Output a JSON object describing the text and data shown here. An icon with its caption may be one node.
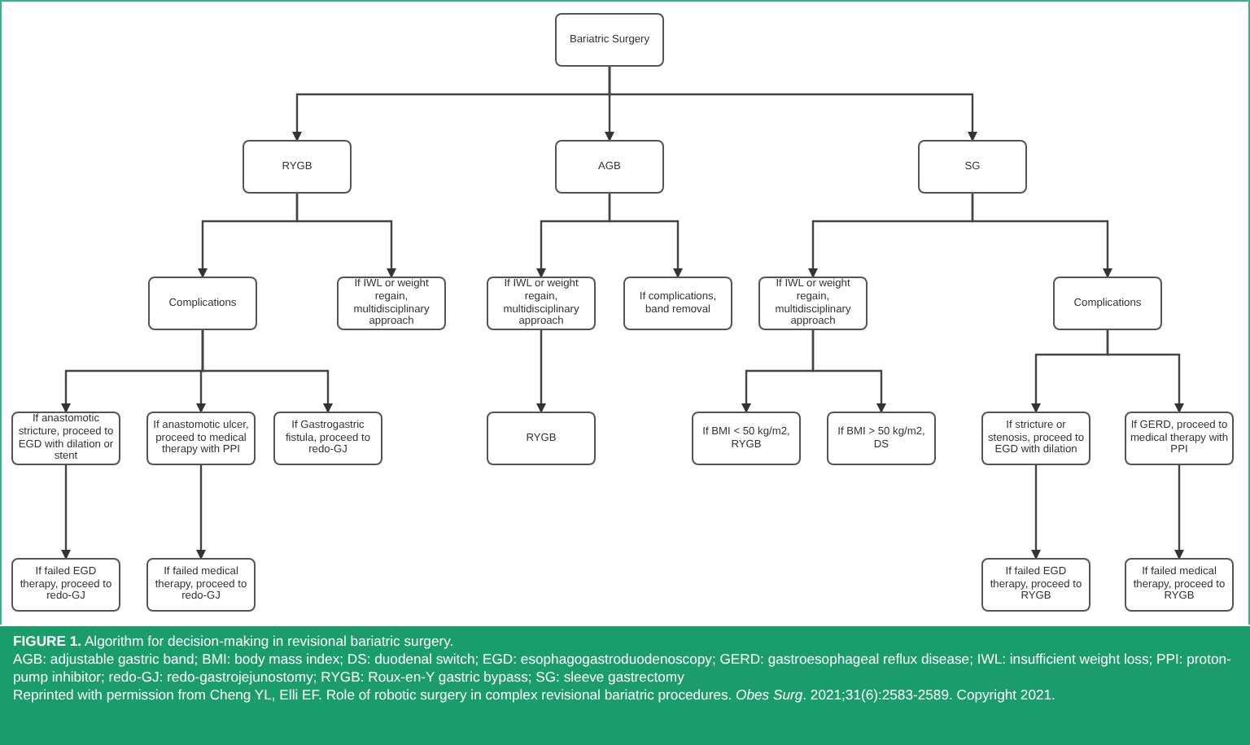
{
  "diagram": {
    "caption": "**FIGURE 1.** Algorithm for decision-making in revisional bariatric surgery.",
    "nodes": [
      {
        "text": [
          "Bariatric Surgery"
        ]
      },
      {
        "text": [
          "RYGB"
        ]
      },
      {
        "text": [
          "AGB"
        ]
      },
      {
        "text": [
          "SG"
        ]
      },
      {
        "text": [
          "Complications"
        ]
      },
      {
        "text": [
          "If IWL or weight regain, multidisciplinary approach"
        ]
      },
      {
        "text": [
          "If IWL or weight regain, multidisciplinary approach"
        ]
      },
      {
        "text": [
          "If complications, band removal"
        ]
      },
      {
        "text": [
          "If IWL or weight regain, multidisciplinary approach"
        ]
      },
      {
        "text": [
          "Complications"
        ]
      },
      {
        "text": [
          "If anastomotic stricture, proceed to EGD with dilation or stent"
        ]
      },
      {
        "text": [
          "If anastomotic ulcer, proceed to medical therapy with PPI"
        ]
      },
      {
        "text": [
          "If Gastrogastric fistula, proceed to redo-GJ"
        ]
      },
      {
        "text": [
          "RYGB"
        ]
      },
      {
        "text": [
          "If BMI < 50 kg/m2, RYGB"
        ]
      },
      {
        "text": [
          "If BMI > 50 kg/m2, DS"
        ]
      },
      {
        "text": [
          "If stricture or stenosis, proceed to EGD with dilation"
        ]
      },
      {
        "text": [
          "If GERD, proceed to medical therapy with PPI"
        ]
      },
      {
        "text": [
          "If failed EGD therapy, proceed to redo-GJ"
        ]
      },
      {
        "text": [
          "If failed medical therapy, proceed to redo-GJ"
        ]
      },
      {
        "text": [
          "If failed EGD therapy, proceed to RYGB"
        ]
      },
      {
        "text": [
          "If failed medical therapy, proceed to RYGB"
        ]
      }
    ],
    "edges": [
      {
        "from": 0,
        "to": 1,
        "arrow": "to"
      },
      {
        "from": 0,
        "to": 2,
        "arrow": "to"
      },
      {
        "from": 0,
        "to": 3,
        "arrow": "to"
      },
      {
        "from": 1,
        "to": 4,
        "arrow": "to"
      },
      {
        "from": 1,
        "to": 5,
        "arrow": "to"
      },
      {
        "from": 2,
        "to": 6,
        "arrow": "to"
      },
      {
        "from": 2,
        "to": 7,
        "arrow": "to"
      },
      {
        "from": 3,
        "to": 8,
        "arrow": "to"
      },
      {
        "from": 3,
        "to": 9,
        "arrow": "to"
      },
      {
        "from": 4,
        "to": 10,
        "arrow": "to"
      },
      {
        "from": 4,
        "to": 11,
        "arrow": "to"
      },
      {
        "from": 4,
        "to": 12,
        "arrow": "to"
      },
      {
        "from": 6,
        "to": 13,
        "arrow": "to"
      },
      {
        "from": 8,
        "to": 14,
        "arrow": "to"
      },
      {
        "from": 8,
        "to": 15,
        "arrow": "to"
      },
      {
        "from": 9,
        "to": 16,
        "arrow": "to"
      },
      {
        "from": 9,
        "to": 17,
        "arrow": "to"
      },
      {
        "from": 10,
        "to": 18,
        "arrow": "to"
      },
      {
        "from": 11,
        "to": 19,
        "arrow": "to"
      },
      {
        "from": 16,
        "to": 20,
        "arrow": "to"
      },
      {
        "from": 17,
        "to": 21,
        "arrow": "to"
      }
    ],
    "labels": [
      "AGB: adjustable gastric band; BMI: body mass index; DS: duodenal switch; EGD: esophagogastroduodenoscopy; GERD: gastroesophageal reflux disease; IWL: insufficient weight loss; PPI: proton-pump inhibitor; redo-GJ: redo-gastrojejunostomy; RYGB: Roux-en-Y gastric bypass; SG: sleeve gastrectomy",
      "Reprinted with permission from Cheng YL, Elli EF. Role of robotic surgery in complex revisional bariatric procedures. *Obes Surg*. 2021;31(6):2583-2589. Copyright 2021."
    ]
  }
}
